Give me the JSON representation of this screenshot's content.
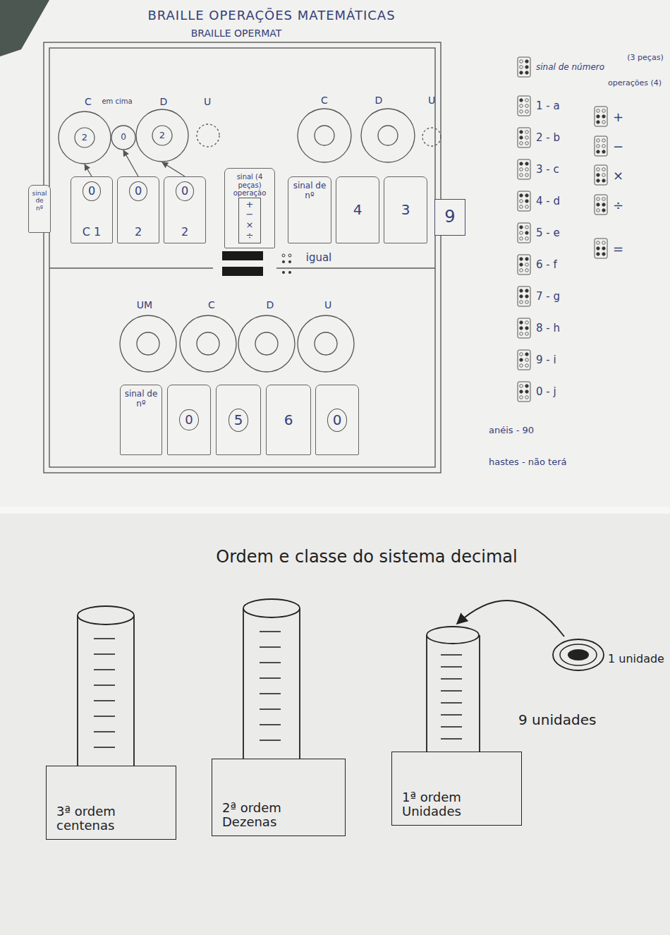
{
  "diagram": {
    "title": "BRAILLE OPERAÇÕES MATEMÁTICAS",
    "nodes": [
      {
        "text": [
          "2"
        ]
      },
      {
        "text": [
          "0"
        ]
      },
      {
        "text": [
          "2"
        ]
      },
      {
        "text": [
          "sinal de nº"
        ]
      },
      {
        "text": [
          "0",
          "C 1"
        ]
      },
      {
        "text": [
          "0",
          "2"
        ]
      },
      {
        "text": [
          "0",
          "2"
        ]
      },
      {
        "text": [
          "sinal (4 peças) operação",
          "+",
          "−",
          "×",
          "÷"
        ]
      },
      {
        "text": [
          "sinal de nº"
        ]
      },
      {
        "text": [
          "4"
        ]
      },
      {
        "text": [
          "3"
        ]
      },
      {
        "text": [
          "9"
        ]
      },
      {
        "text": [
          "sinal de nº"
        ]
      },
      {
        "text": [
          "0"
        ]
      },
      {
        "text": [
          "5"
        ]
      },
      {
        "text": [
          "6"
        ]
      },
      {
        "text": [
          "0"
        ]
      },
      {
        "text": [
          "3ª ordem",
          "centenas"
        ]
      },
      {
        "text": [
          "2ª ordem",
          "Dezenas"
        ]
      },
      {
        "text": [
          "1ª ordem",
          "Unidades"
        ]
      }
    ],
    "edges": [
      {
        "from": 4,
        "to": 0,
        "arrow": "to"
      },
      {
        "from": 5,
        "to": 1,
        "arrow": "to"
      },
      {
        "from": 6,
        "to": 2,
        "arrow": "to"
      }
    ],
    "labels": [
      "BRAILLE OPERMAT",
      "C",
      "em cima",
      "D",
      "U",
      "C",
      "D",
      "U",
      "igual",
      "UM",
      "C",
      "D",
      "U",
      "(3 peças)",
      "operações (4)",
      "anéis - 90",
      "hastes - não terá",
      "Ordem e classe do sistema decimal",
      "1 unidade",
      "9 unidades"
    ],
    "legend": [
      {
        "text": "sinal de número"
      },
      {
        "text": "1 - a"
      },
      {
        "text": "2 - b"
      },
      {
        "text": "3 - c"
      },
      {
        "text": "4 - d"
      },
      {
        "text": "5 - e"
      },
      {
        "text": "6 - f"
      },
      {
        "text": "7 - g"
      },
      {
        "text": "8 - h"
      },
      {
        "text": "9 - i"
      },
      {
        "text": "0 - j"
      },
      {
        "text": "+"
      },
      {
        "text": "−"
      },
      {
        "text": "×"
      },
      {
        "text": "÷"
      },
      {
        "text": "="
      }
    ]
  }
}
